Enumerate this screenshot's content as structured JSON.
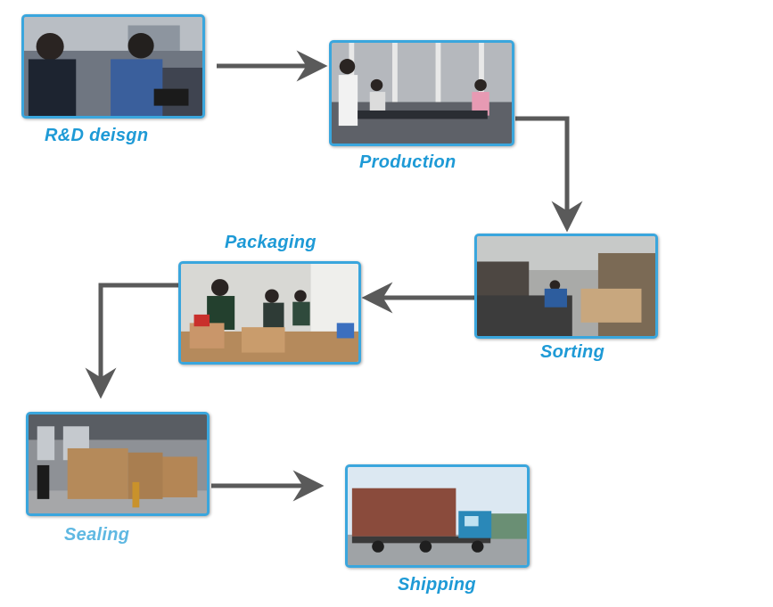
{
  "steps": [
    {
      "id": "rd",
      "label": "R&D deisgn"
    },
    {
      "id": "production",
      "label": "Production"
    },
    {
      "id": "sorting",
      "label": "Sorting"
    },
    {
      "id": "packaging",
      "label": "Packaging"
    },
    {
      "id": "sealing",
      "label": "Sealing"
    },
    {
      "id": "shipping",
      "label": "Shipping"
    }
  ],
  "colors": {
    "frame": "#3aa6dd",
    "caption": "#1e9ad6",
    "caption_soft": "#5fb8e2",
    "arrow": "#5a5a5a"
  }
}
